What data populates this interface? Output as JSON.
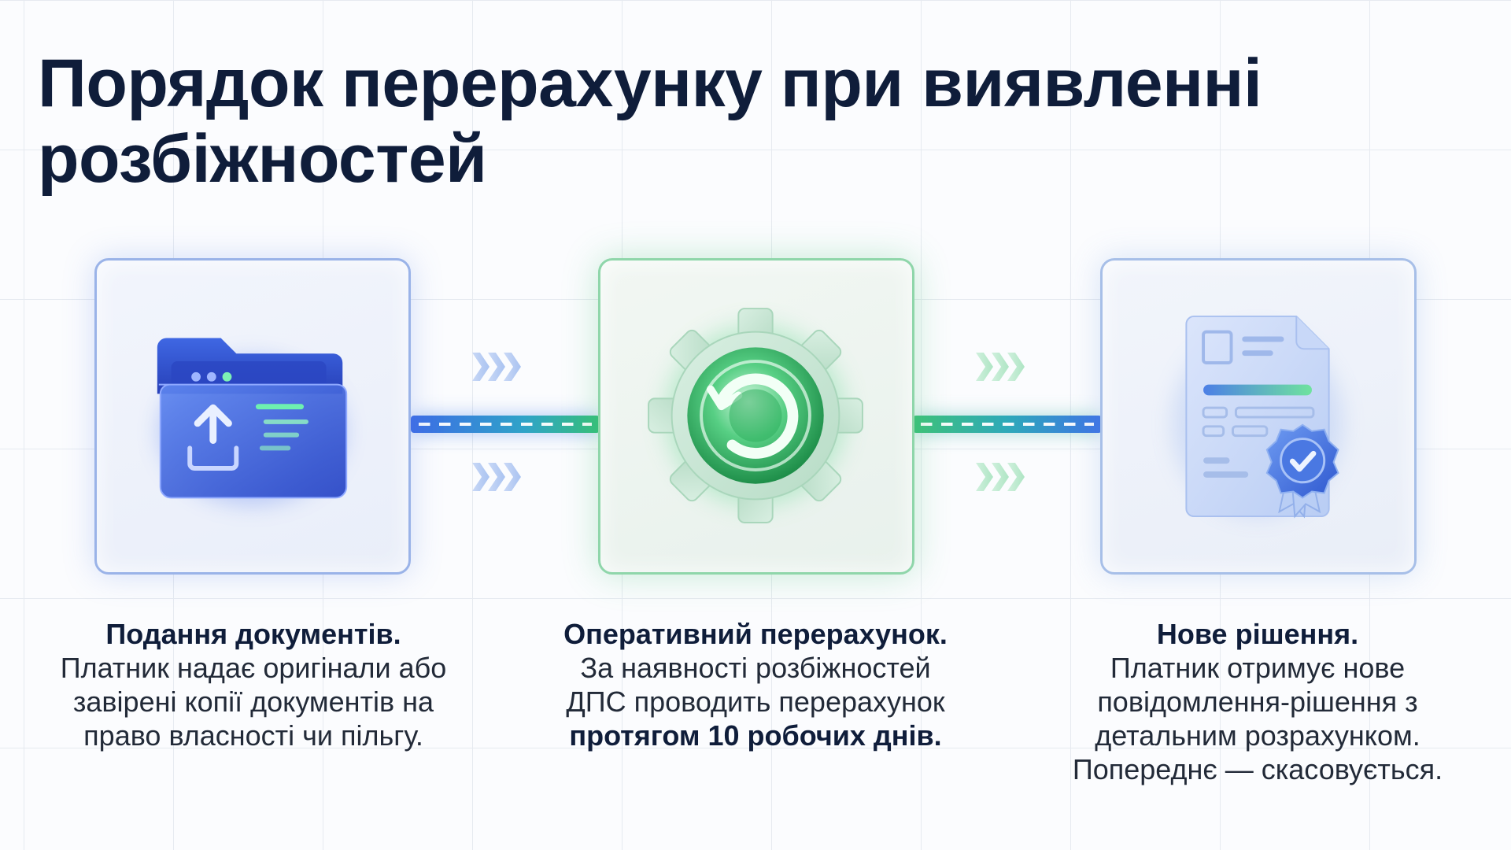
{
  "title": {
    "line1": "Порядок перерахунку при виявленні",
    "line2": "розбіжностей"
  },
  "steps": [
    {
      "icon": "folder-upload-icon",
      "heading": "Подання документів.",
      "text": "Платник надає оригінали або завірені копії документів на право власності чи пільгу.",
      "color": "#3b5fe0"
    },
    {
      "icon": "gear-refresh-icon",
      "heading": "Оперативний перерахунок.",
      "text": "За наявності розбіжностей ДПС проводить перерахунок",
      "emphasis": "протягом 10 робочих днів",
      "suffix": ".",
      "color": "#2fbf63"
    },
    {
      "icon": "certified-document-icon",
      "heading": "Нове рішення.",
      "text": "Платник отримує нове повідомлення-рішення з детальним розрахунком. Попереднє — скасовується.",
      "color": "#4a7fe0"
    }
  ],
  "colors": {
    "title": "#0f1d3a",
    "blue_accent": "#3d6ce6",
    "green_accent": "#37c07a"
  }
}
